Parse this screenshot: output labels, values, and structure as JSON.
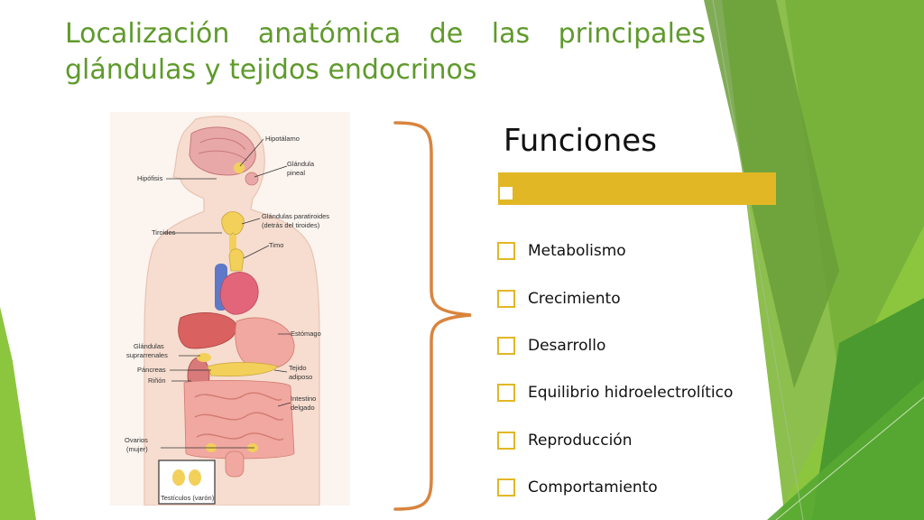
{
  "slide": {
    "title": "Localización anatómica de las principales glándulas y tejidos endocrinos",
    "subtitle": "Funciones",
    "functions": [
      "Metabolismo",
      "Crecimiento",
      "Desarrollo",
      "Equilibrio hidroelectrolítico",
      "Reproducción",
      "Comportamiento"
    ]
  },
  "anatomy_labels": {
    "hipotalamo": "Hipotálamo",
    "glandula_pineal_1": "Glándula",
    "glandula_pineal_2": "pineal",
    "hipofisis": "Hipófisis",
    "tiroides": "Tiroides",
    "paratiroides_1": "Glándulas paratiroides",
    "paratiroides_2": "(detrás del tiroides)",
    "timo": "Timo",
    "estomago": "Estómago",
    "suprarrenales_1": "Glándulas",
    "suprarrenales_2": "suprarrenales",
    "pancreas": "Páncreas",
    "rinon": "Riñón",
    "tejido_1": "Tejido",
    "tejido_2": "adiposo",
    "intestino_1": "Intestino",
    "intestino_2": "delgado",
    "ovarios_1": "Ovarios",
    "ovarios_2": "(mujer)",
    "testiculos": "Testículos (varón)"
  },
  "colors": {
    "title_green": "#5f9a2c",
    "accent_gold": "#e2b725",
    "brace_orange": "#d9843e"
  }
}
